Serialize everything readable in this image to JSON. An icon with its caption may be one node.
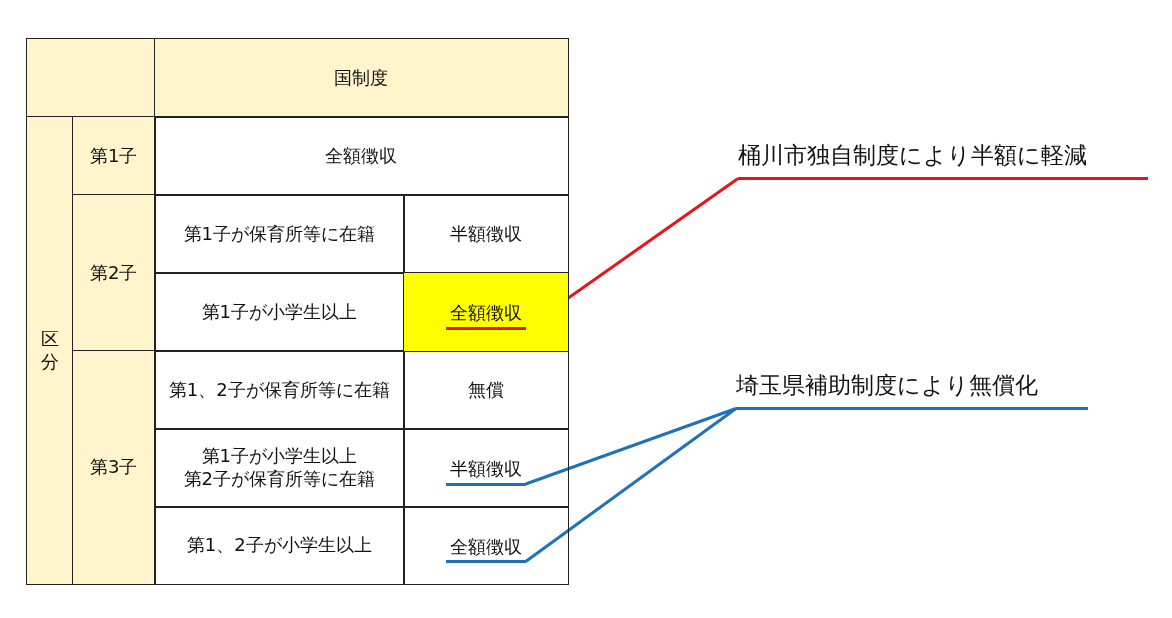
{
  "diagram": {
    "nodes": [
      {
        "text": [
          "桶川市独自制度により半額に軽減"
        ]
      },
      {
        "text": [
          "全額徴収"
        ]
      },
      {
        "text": [
          "埼玉県補助制度により無償化"
        ]
      },
      {
        "text": [
          "半額徴収"
        ]
      },
      {
        "text": [
          "全額徴収"
        ]
      }
    ],
    "edges": [
      {
        "from": 0,
        "to": 1,
        "arrow": "none",
        "color": "#e8141b"
      },
      {
        "from": 2,
        "to": 3,
        "arrow": "none",
        "color": "#1f72b8"
      },
      {
        "from": 2,
        "to": 4,
        "arrow": "none",
        "color": "#1f72b8"
      }
    ],
    "labels": [
      "国制度",
      "区分",
      "第1子",
      "全額徴収",
      "第2子",
      "第1子が保育所等に在籍",
      "半額徴収",
      "第1子が小学生以上",
      "第3子",
      "第1、2子が保育所等に在籍",
      "無償",
      "第1子が小学生以上",
      "第2子が保育所等に在籍",
      "第1、2子が小学生以上"
    ]
  }
}
